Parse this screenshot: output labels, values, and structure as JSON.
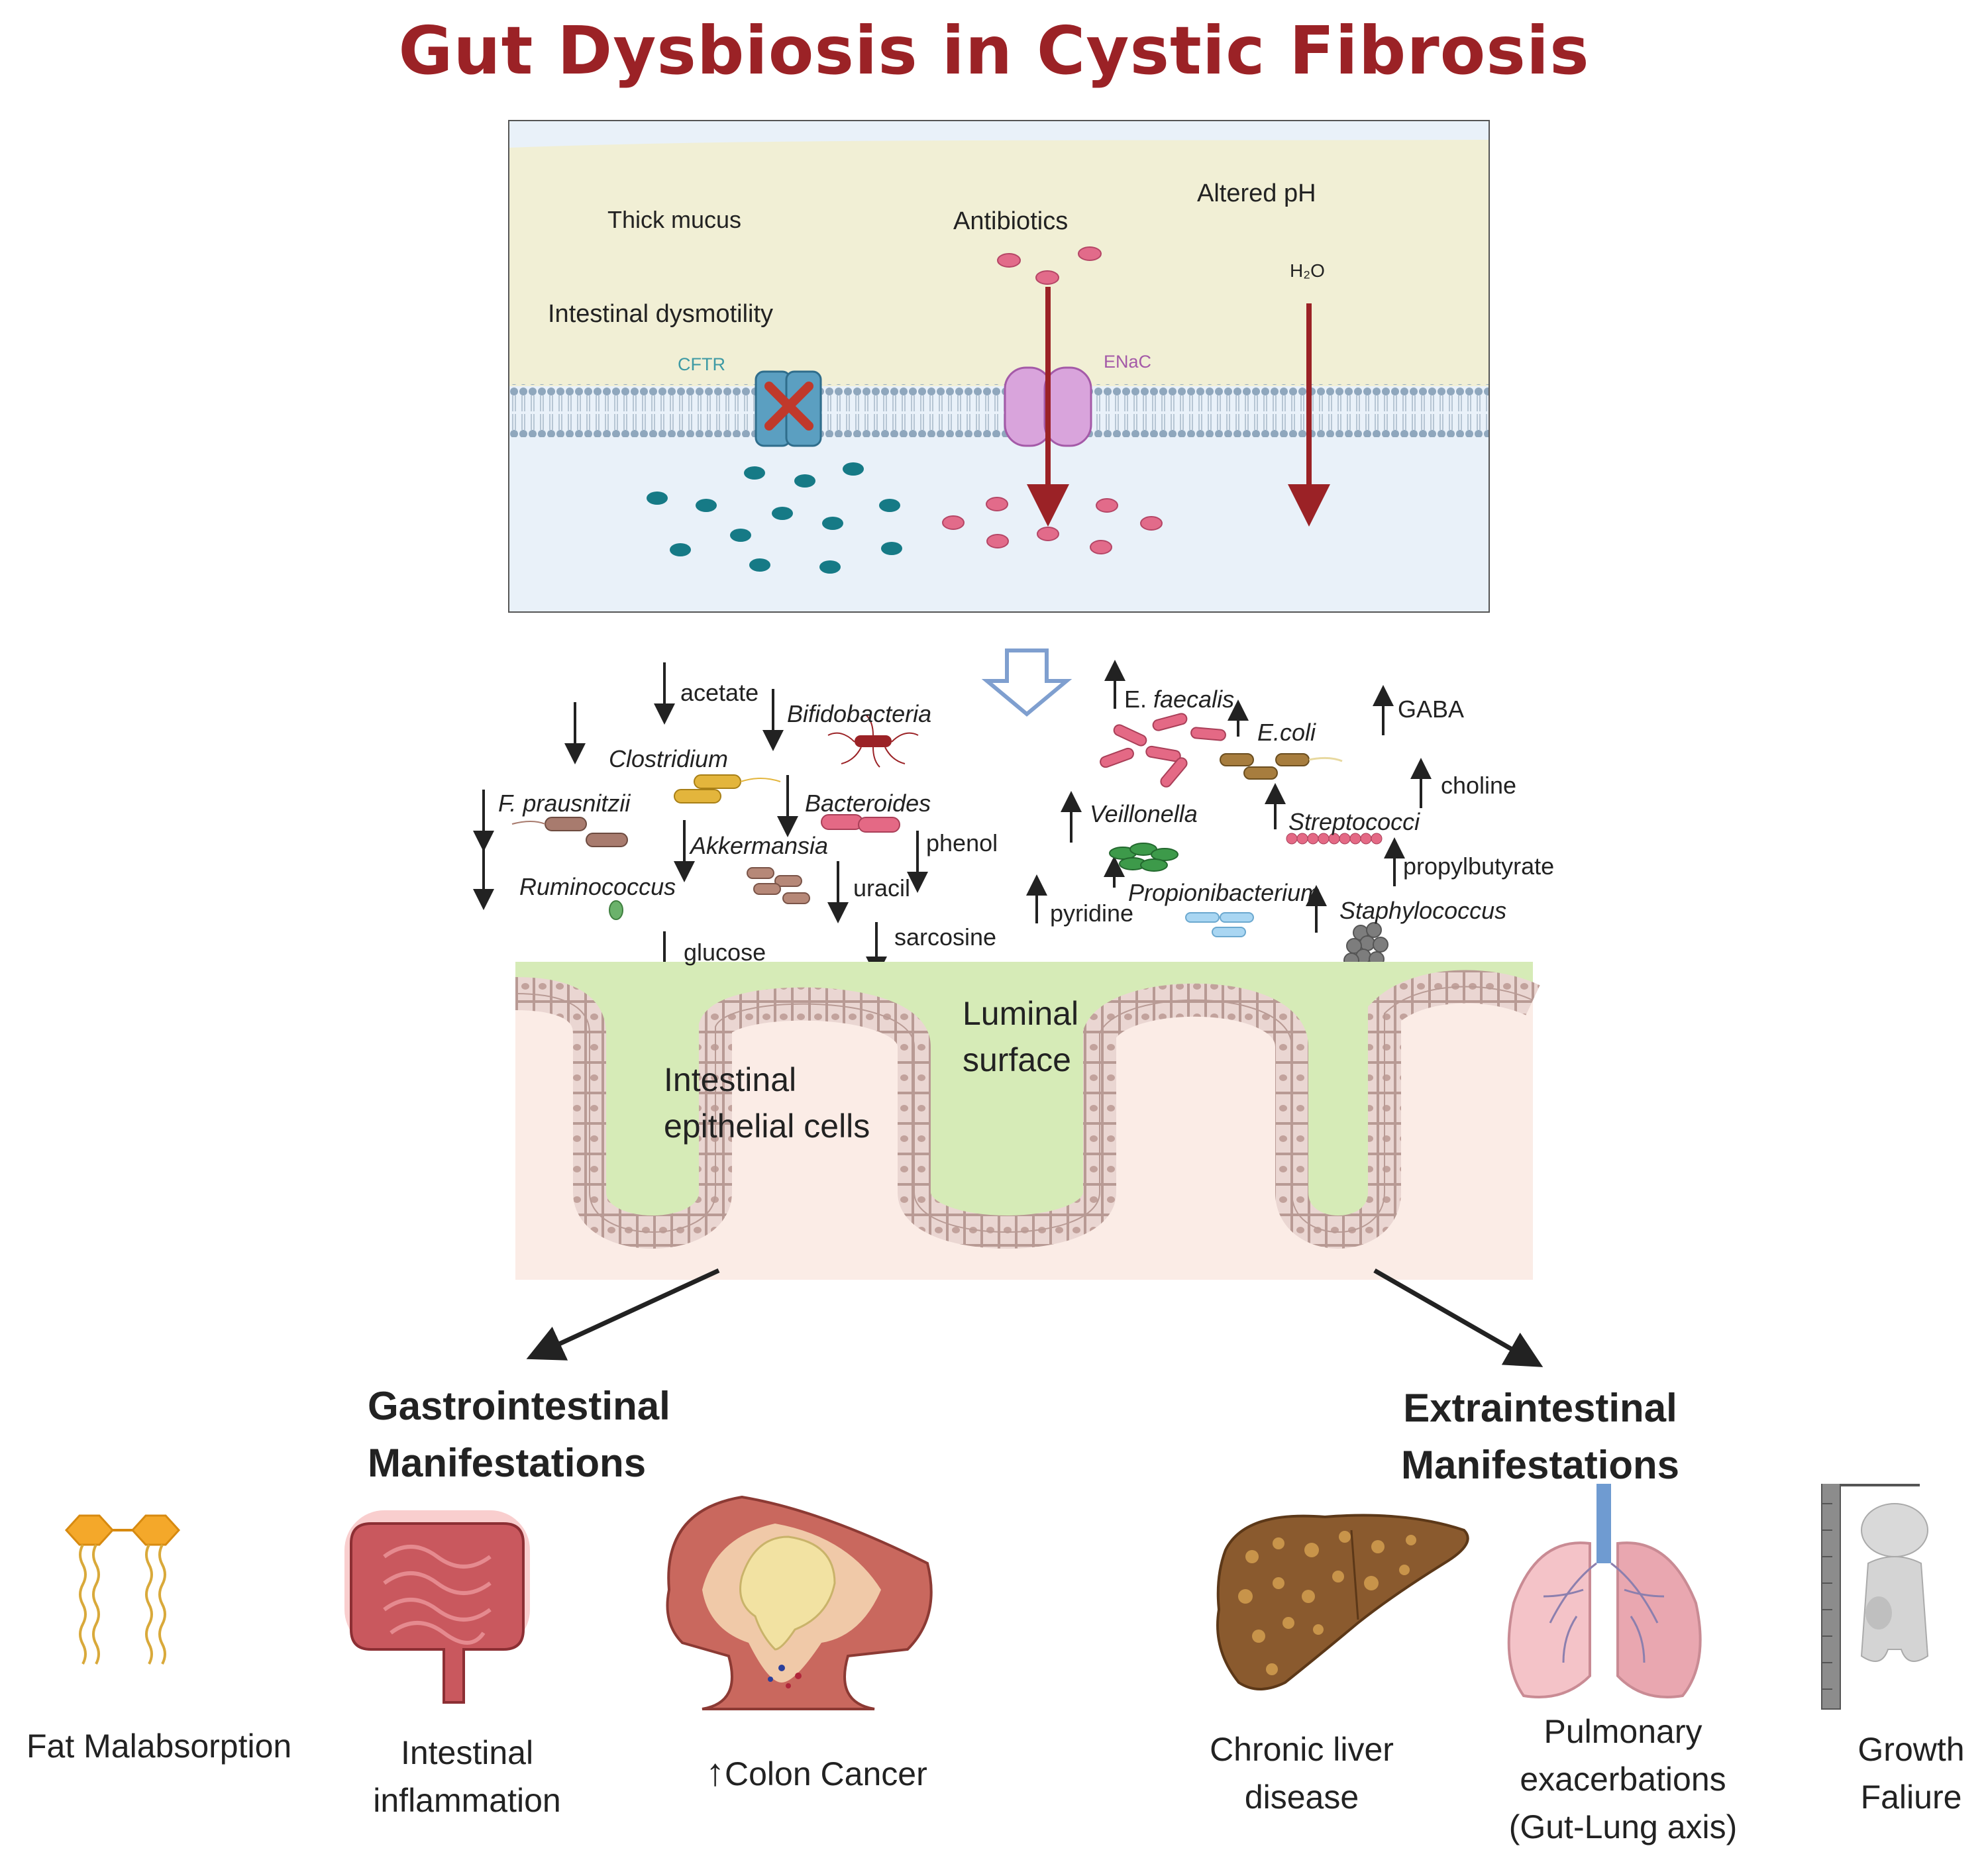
{
  "title": "Gut Dysbiosis in Cystic Fibrosis",
  "top_panel": {
    "thick_mucus": "Thick mucus",
    "antibiotics": "Antibiotics",
    "altered_ph": "Altered pH",
    "h2o": "H₂O",
    "dysmotility": "Intestinal dysmotility",
    "cftr": "CFTR",
    "enac": "ENaC"
  },
  "microbes_down": {
    "acetate": "acetate",
    "bifidobacteria": "Bifidobacteria",
    "clostridium": "Clostridium",
    "prausnitzii": "F. prausnitzii",
    "bacteroides": "Bacteroides",
    "akkermansia": "Akkermansia",
    "phenol": "phenol",
    "ruminococcus": "Ruminococcus",
    "uracil": "uracil",
    "glucose": "glucose",
    "sarcosine": "sarcosine"
  },
  "microbes_up": {
    "faecalis_prefix": "E. ",
    "faecalis": "faecalis",
    "ecoli": "E.coli",
    "gaba": "GABA",
    "choline": "choline",
    "veillonella": "Veillonella",
    "streptococci": "Streptococci",
    "propylbutyrate": "propylbutyrate",
    "propionibacterium": "Propionibacterium",
    "pyridine": "pyridine",
    "staphylococcus": "Staphylococcus"
  },
  "gut": {
    "luminal_1": "Luminal",
    "luminal_2": "surface",
    "epithelial_1": "Intestinal",
    "epithelial_2": "epithelial cells"
  },
  "gi": {
    "heading_1": "Gastrointestinal",
    "heading_2": "Manifestations",
    "fat": "Fat Malabsorption",
    "inflammation_1": "Intestinal",
    "inflammation_2": "inflammation",
    "colon": "Colon Cancer"
  },
  "extra": {
    "heading_1": "Extraintestinal",
    "heading_2": "Manifestations",
    "liver_1": "Chronic liver",
    "liver_2": "disease",
    "pulm_1": "Pulmonary",
    "pulm_2": "exacerbations",
    "pulm_3": "(Gut-Lung axis)",
    "growth_1": "Growth",
    "growth_2": "Faliure"
  },
  "colors": {
    "title": "#9b2226",
    "mucus": "#f1efd5",
    "cytoplasm": "#e9f1f9",
    "arrow_red": "#9b2226",
    "teal": "#1f7f8c",
    "pink": "#d94f71",
    "lumen_green": "#d6ebb7"
  }
}
